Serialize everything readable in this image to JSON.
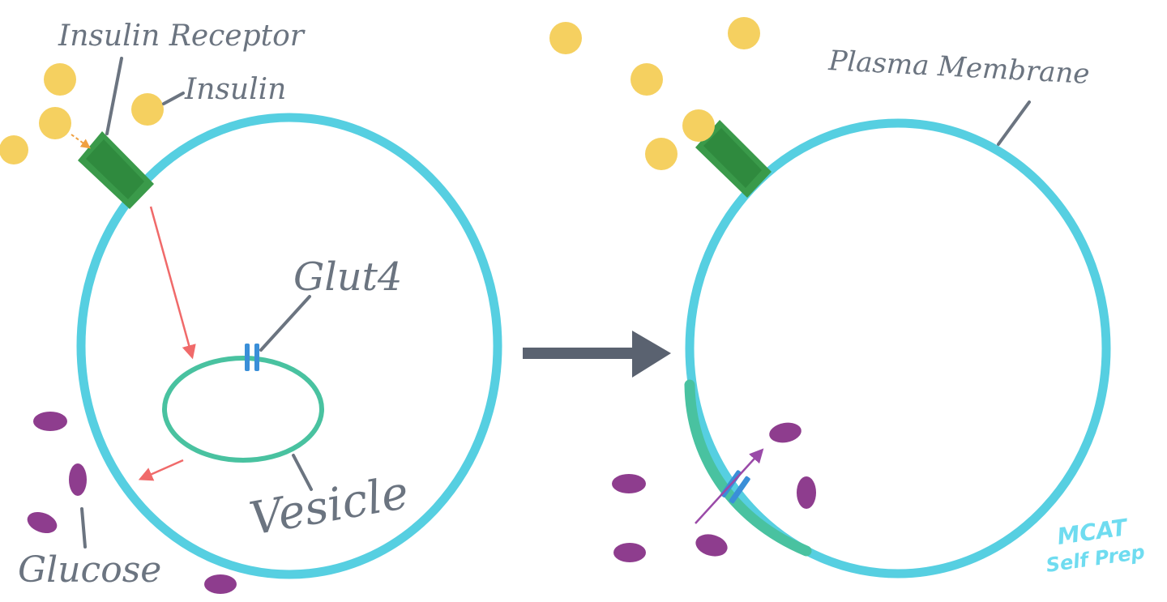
{
  "labels": {
    "insulin_receptor": "Insulin Receptor",
    "insulin": "Insulin",
    "glut4": "Glut4",
    "vesicle": "Vesicle",
    "glucose": "Glucose",
    "plasma_membrane": "Plasma Membrane"
  },
  "watermark": {
    "line1": "MCAT",
    "line2": "Self Prep"
  },
  "colors": {
    "membrane": "#56cfe1",
    "receptor": "#3a9a4a",
    "insulin": "#f5d060",
    "glucose": "#8e3d8e",
    "vesicle": "#49c2a0",
    "glut4": "#3a8fd8",
    "signal_arrow": "#f06a6a",
    "transition_arrow": "#5a6270",
    "label_text": "#6b7480",
    "watermark": "#6fdcf0"
  }
}
